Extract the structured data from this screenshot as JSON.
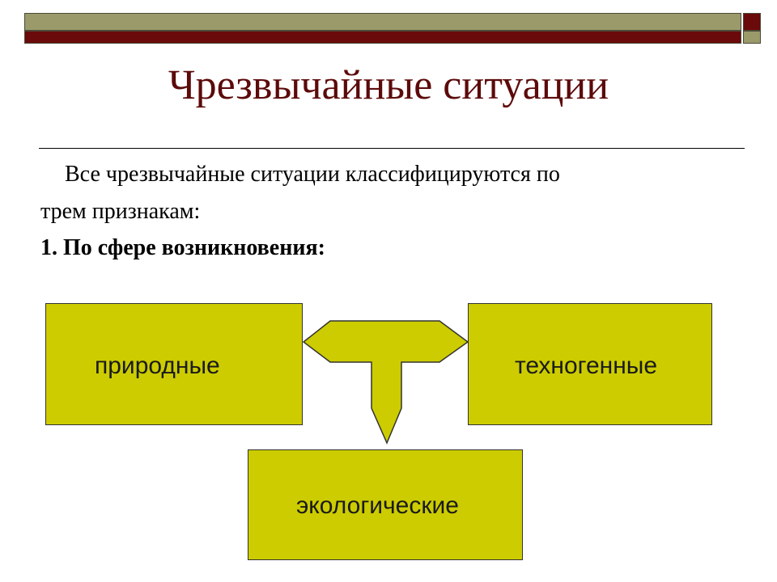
{
  "slide": {
    "title": "Чрезвычайные ситуации",
    "intro_line1": "Все чрезвычайные ситуации классифицируются по",
    "intro_line2": "трем признакам:",
    "point1": "1. По сфере возникновения:"
  },
  "diagram": {
    "natural": "природные",
    "technogenic": "техногенные",
    "ecological": "экологические"
  },
  "colors": {
    "title": "#5c0a0a",
    "box_fill": "#cccc00",
    "bar_olive": "#9a9a6a",
    "bar_red": "#6b0a0a"
  }
}
